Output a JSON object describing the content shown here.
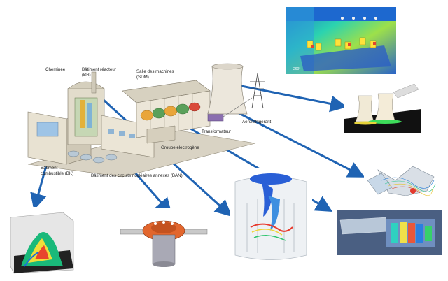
{
  "labels": {
    "chemine": "Cheminée",
    "batiment_reacteur": "Bâtiment réacteur",
    "br": "(BR)",
    "salle_machines": "Salle des machines",
    "sdm": "(SDM)",
    "aerorefrigerant": "Aéroréfrigérant",
    "transformateur": "Transformateur",
    "groupe_electrogene": "Groupe électrogène",
    "batiment_combustible_1": "Bâtiment",
    "batiment_combustible_2": "combustible (BK)",
    "batiment_circuits": "Bâtiment des circuits nucléaires annexes (BAN)"
  },
  "thumbnail_caption": "260°",
  "colors": {
    "arrow": "#1f63b3",
    "background": "#ffffff"
  }
}
